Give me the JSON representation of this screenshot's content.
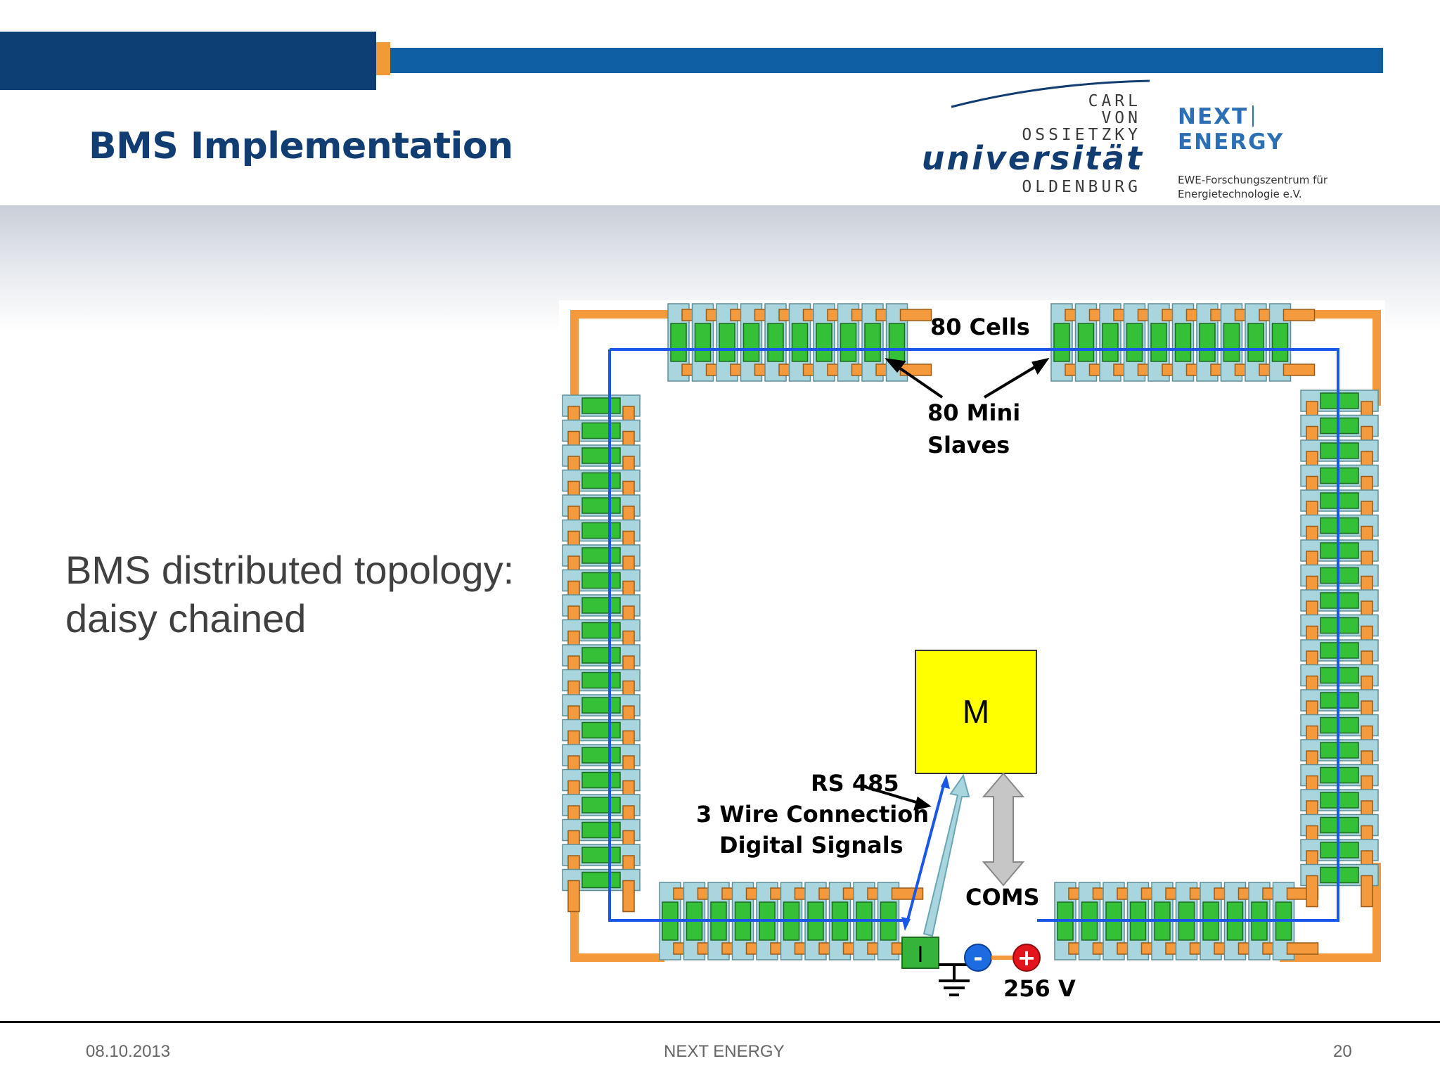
{
  "header": {
    "title": "BMS Implementation",
    "university_logo": {
      "line1": "CARL",
      "line2": "VON",
      "line3": "OSSIETZKY",
      "wordmark": "universität",
      "city": "OLDENBURG"
    },
    "next_energy_logo": {
      "word1": "NEXT",
      "word2": "ENERGY",
      "subtitle_line1": "EWE-Forschungszentrum für",
      "subtitle_line2": "Energietechnologie e.V."
    }
  },
  "body": {
    "text_line1": "BMS distributed topology:",
    "text_line2": "daisy chained"
  },
  "diagram": {
    "cells_label": "80 Cells",
    "slaves_label_line1": "80 Mini",
    "slaves_label_line2": "Slaves",
    "master_label": "M",
    "rs485_line1": "RS 485",
    "rs485_line2": "3 Wire Connection",
    "rs485_line3": "Digital Signals",
    "coms_label": "COMS",
    "sensor_label": "I",
    "minus_sign": "-",
    "plus_sign": "+",
    "voltage_label": "256 V",
    "colors": {
      "cell_green": "#35c137",
      "slave_orange": "#f49a3c",
      "frame_lightblue": "#a9d5de",
      "chain_blue": "#1a56e8",
      "master_yellow": "#ffff00",
      "negative_terminal": "#1d6be0",
      "positive_terminal": "#e3141b"
    }
  },
  "footer": {
    "date": "08.10.2013",
    "center": "NEXT ENERGY",
    "page": "20"
  }
}
